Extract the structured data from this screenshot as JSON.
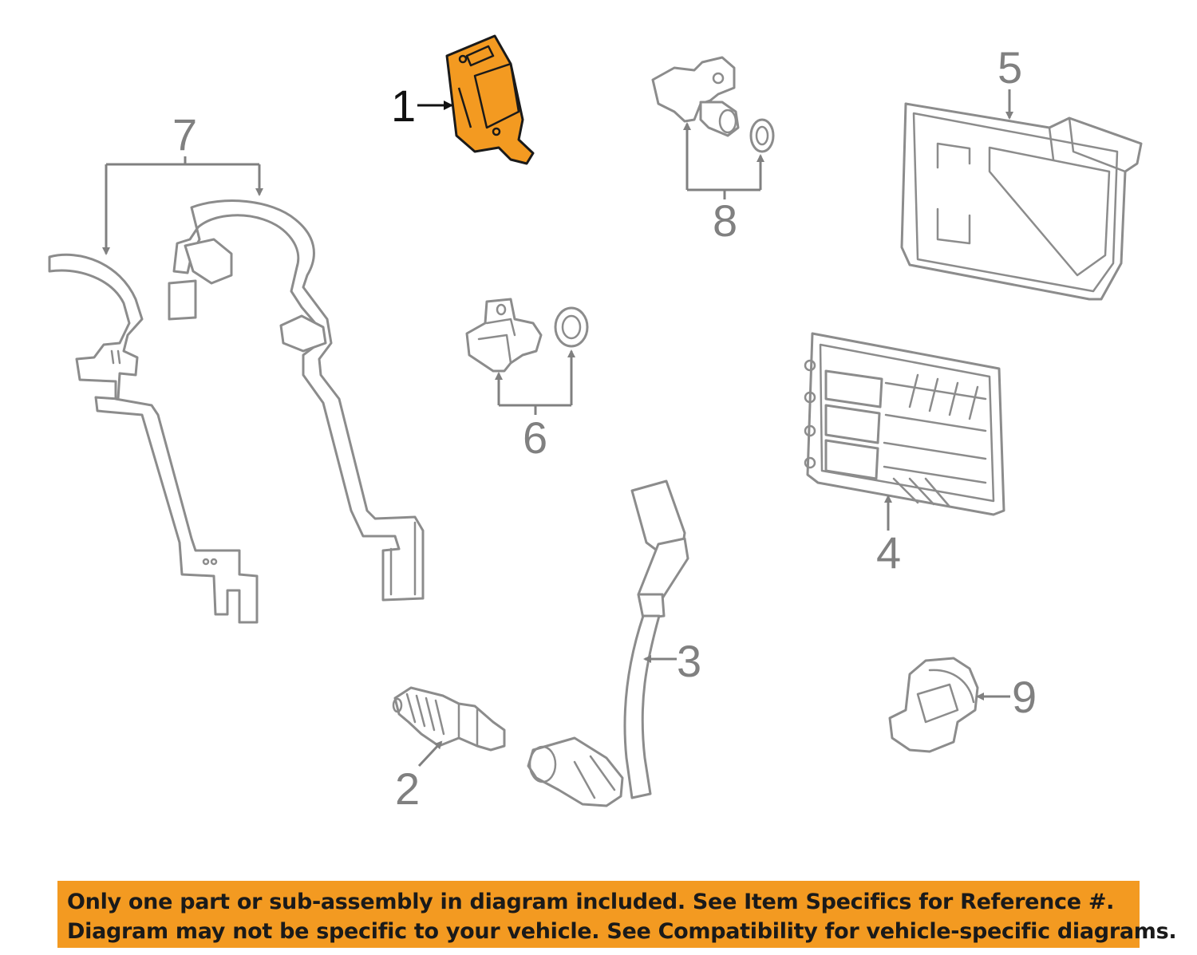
{
  "callouts": {
    "c1": "1",
    "c2": "2",
    "c3": "3",
    "c4": "4",
    "c5": "5",
    "c6": "6",
    "c7": "7",
    "c8": "8",
    "c9": "9"
  },
  "highlighted_part": "1",
  "colors": {
    "highlight": "#f39a21",
    "line": "#8c8c8c",
    "notice_bg": "#f39a21"
  },
  "notice": {
    "line1": "Only one part or sub-assembly in diagram included. See Item Specifics for Reference #.",
    "line2": "Diagram may not be specific to your vehicle. See Compatibility for vehicle-specific diagrams."
  }
}
